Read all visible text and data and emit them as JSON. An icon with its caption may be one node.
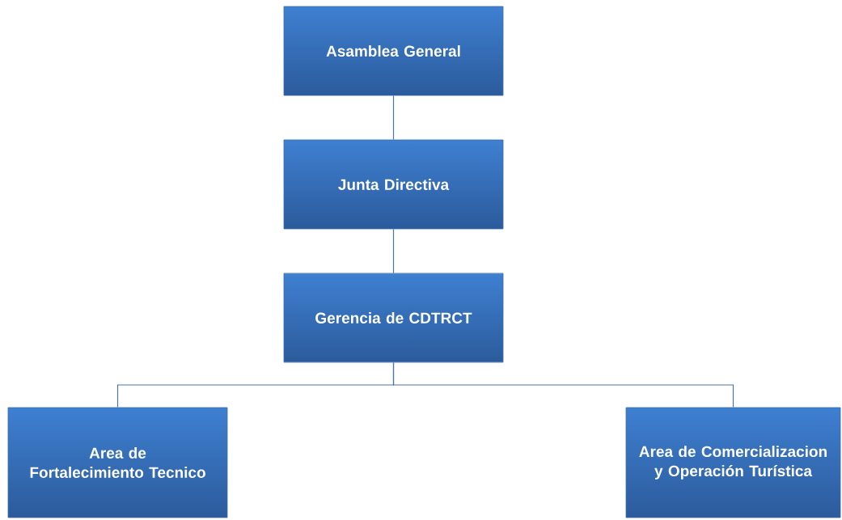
{
  "diagram": {
    "nodes": [
      {
        "text": [
          "Asamblea General"
        ]
      },
      {
        "text": [
          "Junta Directiva"
        ]
      },
      {
        "text": [
          "Gerencia de CDTRCT"
        ]
      },
      {
        "text": [
          "Area de Fortalecimiento Tecnico"
        ]
      },
      {
        "text": [
          "Area de Comercializacion y Operación Turística"
        ]
      }
    ],
    "edges": [
      {
        "from": 0,
        "to": 1,
        "arrow": "none"
      },
      {
        "from": 1,
        "to": 2,
        "arrow": "none"
      },
      {
        "from": 2,
        "to": 3,
        "arrow": "none"
      },
      {
        "from": 2,
        "to": 4,
        "arrow": "none"
      }
    ]
  }
}
